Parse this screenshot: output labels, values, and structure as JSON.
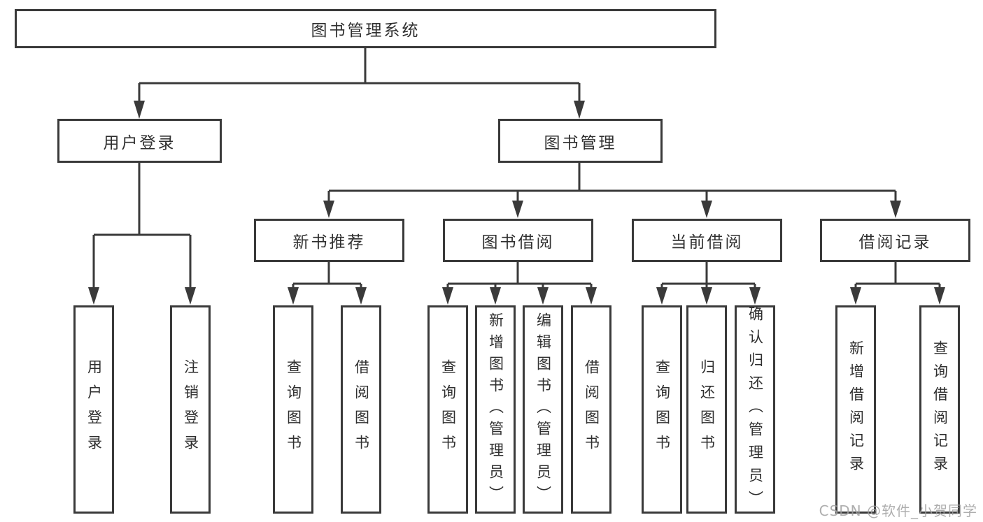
{
  "colors": {
    "line": "#3a3a3a",
    "box_border": "#3a3a3a",
    "box_fill": "#ffffff",
    "text": "#2f2f2f",
    "watermark": "#a0a0a0",
    "background": "#ffffff"
  },
  "diagram": {
    "root": {
      "label": "图书管理系统"
    },
    "level2": [
      {
        "label": "用户登录"
      },
      {
        "label": "图书管理"
      }
    ],
    "level3": [
      {
        "label": "新书推荐",
        "parent": "图书管理"
      },
      {
        "label": "图书借阅",
        "parent": "图书管理"
      },
      {
        "label": "当前借阅",
        "parent": "图书管理"
      },
      {
        "label": "借阅记录",
        "parent": "图书管理"
      }
    ],
    "leaves": [
      {
        "label": "用户登录",
        "parent": "用户登录"
      },
      {
        "label": "注销登录",
        "parent": "用户登录"
      },
      {
        "label": "查询图书",
        "parent": "新书推荐"
      },
      {
        "label": "借阅图书",
        "parent": "新书推荐"
      },
      {
        "label": "查询图书",
        "parent": "图书借阅"
      },
      {
        "label": "新增图书（管理员）",
        "parent": "图书借阅"
      },
      {
        "label": "编辑图书（管理员）",
        "parent": "图书借阅"
      },
      {
        "label": "借阅图书",
        "parent": "图书借阅"
      },
      {
        "label": "查询图书",
        "parent": "当前借阅"
      },
      {
        "label": "归还图书",
        "parent": "当前借阅"
      },
      {
        "label": "确认归还（管理员）",
        "parent": "当前借阅"
      },
      {
        "label": "新增借阅记录",
        "parent": "借阅记录"
      },
      {
        "label": "查询借阅记录",
        "parent": "借阅记录"
      }
    ]
  },
  "watermark": {
    "text": "CSDN @软件_小贺同学"
  }
}
